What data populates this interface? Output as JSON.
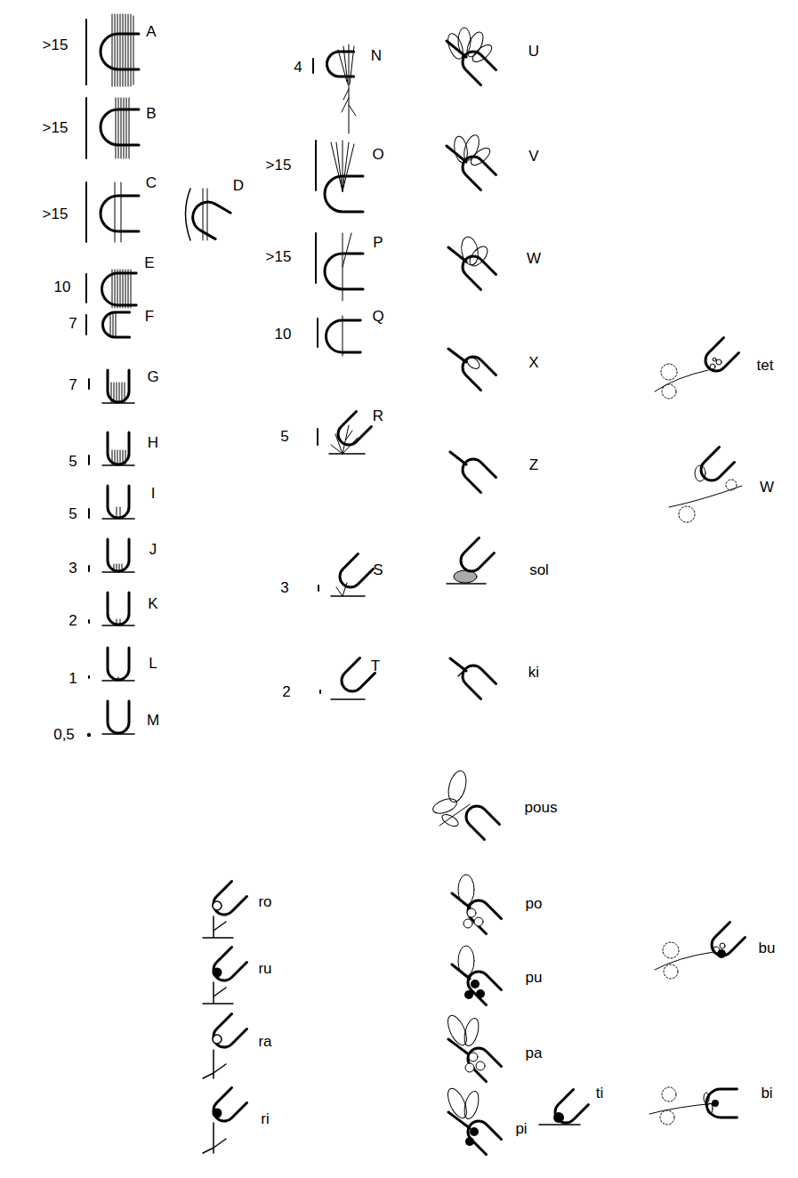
{
  "diagram": {
    "labels": [
      ">15",
      "A",
      ">15",
      "B",
      ">15",
      "C",
      "D",
      "10",
      "E",
      "7",
      "F",
      "7",
      "G",
      "5",
      "H",
      "5",
      "I",
      "3",
      "J",
      "2",
      "K",
      "1",
      "L",
      "0,5",
      "M",
      "4",
      "N",
      ">15",
      "O",
      ">15",
      "P",
      "10",
      "Q",
      "5",
      "R",
      "3",
      "S",
      "2",
      "T",
      "U",
      "V",
      "W",
      "X",
      "Z",
      "sol",
      "ki",
      "pous",
      "tet",
      "W",
      "ro",
      "ru",
      "ra",
      "ri",
      "po",
      "pu",
      "pa",
      "pi",
      "ti",
      "bu",
      "bi"
    ]
  }
}
